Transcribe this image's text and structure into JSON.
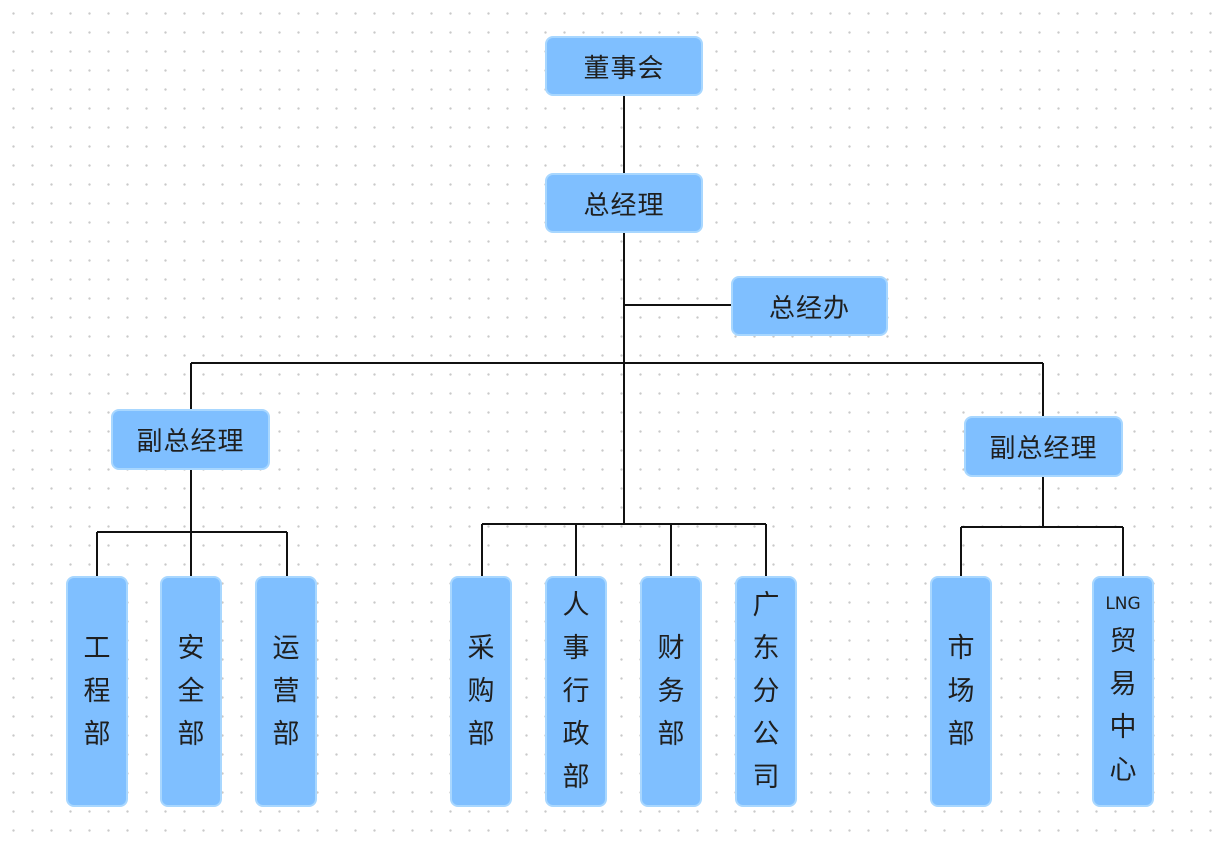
{
  "diagram": {
    "type": "org-chart",
    "colors": {
      "node_fill": "#7fbfff",
      "node_border": "#a8d7ff",
      "connector": "#111111"
    },
    "nodes": {
      "board": "董事会",
      "gm": "总经理",
      "gm_office": "总经办",
      "vgm_left": "副总经理",
      "vgm_right": "副总经理",
      "engineering": "工程部",
      "safety": "安全部",
      "operations": "运营部",
      "procurement": "采购部",
      "hr_admin": "人事行政部",
      "finance": "财务部",
      "guangdong_branch": "广东分公司",
      "marketing": "市场部",
      "lng_prefix": "LNG",
      "lng_trade": "贸易中心"
    },
    "edges": [
      [
        "board",
        "gm"
      ],
      [
        "gm",
        "gm_office"
      ],
      [
        "gm",
        "vgm_left"
      ],
      [
        "gm",
        "vgm_right"
      ],
      [
        "gm",
        "procurement"
      ],
      [
        "gm",
        "hr_admin"
      ],
      [
        "gm",
        "finance"
      ],
      [
        "gm",
        "guangdong_branch"
      ],
      [
        "vgm_left",
        "engineering"
      ],
      [
        "vgm_left",
        "safety"
      ],
      [
        "vgm_left",
        "operations"
      ],
      [
        "vgm_right",
        "marketing"
      ],
      [
        "vgm_right",
        "lng_trade"
      ]
    ]
  }
}
